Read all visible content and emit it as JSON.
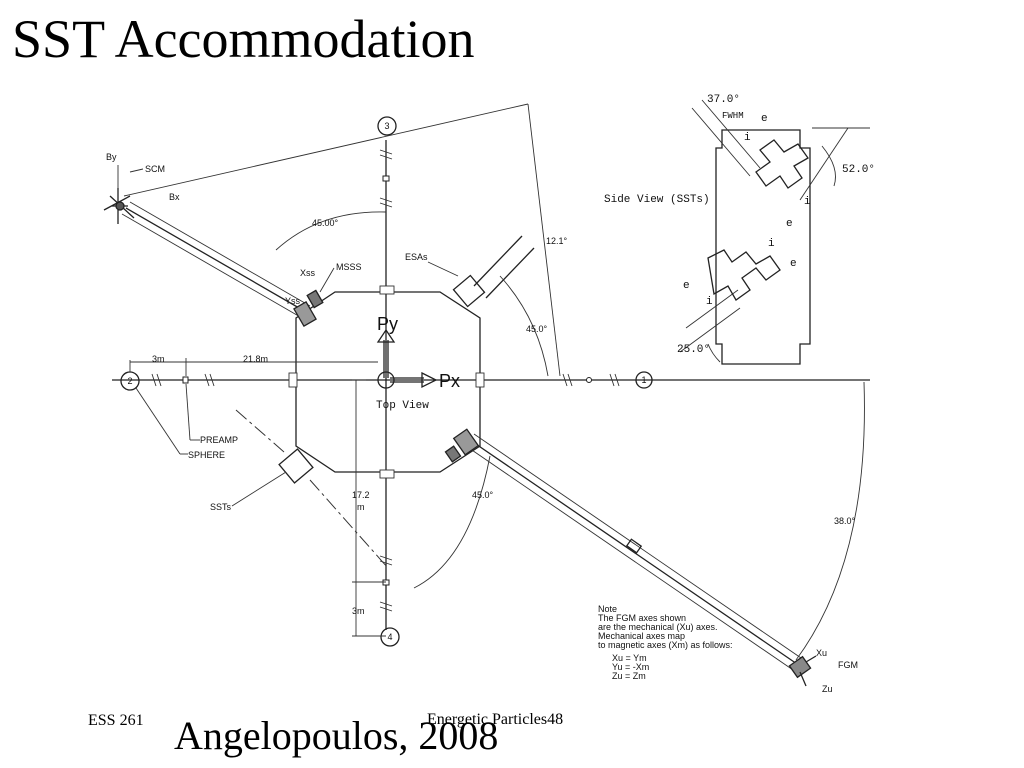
{
  "slide": {
    "title": "SST Accommodation",
    "footer_left": "ESS 261",
    "footer_center": "Energetic Particles48",
    "credit": "Angelopoulos, 2008"
  },
  "diagram": {
    "probe_labels": [
      "1",
      "2",
      "3",
      "4"
    ],
    "axes": {
      "px": "Px",
      "py": "Py"
    },
    "views": {
      "top": "Top View",
      "side": "Side View (SSTs)"
    },
    "dimensions": {
      "short_boom_left": "3m",
      "long_boom_left": "21.8m",
      "axial_length": "17.2",
      "axial_unit": "m",
      "short_boom_bottom": "3m"
    },
    "angles": {
      "mag_boom": "45.00°",
      "esa": "45.0°",
      "upper": "12.1°",
      "lower_inner": "45.0°",
      "lower_outer": "38.0°",
      "fov": "37.0°",
      "side_upper": "52.0°",
      "side_lower": "25.0°"
    },
    "labels": {
      "scm": "SCM",
      "by": "By",
      "bx": "Bx",
      "xss": "Xss",
      "yss": "Yss",
      "msss": "MSSS",
      "esas": "ESAs",
      "ssts": "SSTs",
      "preamp": "PREAMP",
      "sphere": "SPHERE",
      "fgm": "FGM",
      "xu": "Xu",
      "zu": "Zu",
      "fwhm": "FWHM",
      "i": "i",
      "e": "e"
    },
    "note": [
      "Note",
      "The FGM axes shown",
      "are the mechanical (Xu) axes.",
      "Mechanical axes map",
      "to magnetic axes (Xm) as follows:",
      "",
      "Xu = Ym",
      "Yu = -Xm",
      "Zu = Zm"
    ]
  }
}
